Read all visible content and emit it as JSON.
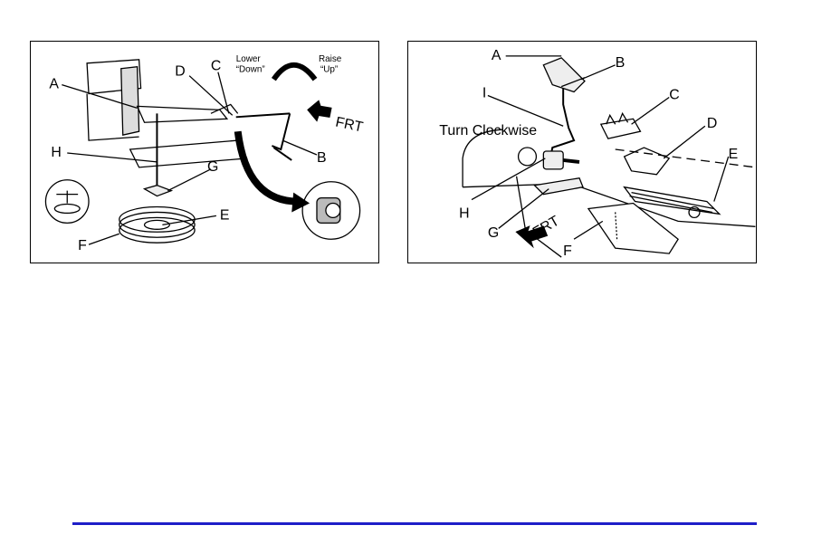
{
  "left_figure": {
    "labels": {
      "a": "A",
      "b": "B",
      "c": "C",
      "d": "D",
      "e": "E",
      "f": "F",
      "g": "G",
      "h": "H"
    },
    "lower_label": "Lower",
    "lower_sub": "“Down”",
    "raise_label": "Raise",
    "raise_sub": "“Up”",
    "frt_label": "FRT"
  },
  "right_figure": {
    "labels": {
      "a": "A",
      "b": "B",
      "c": "C",
      "d": "D",
      "e": "E",
      "f": "F",
      "g": "G",
      "h": "H",
      "i": "I"
    },
    "turn_label": "Turn Clockwise",
    "frt_label": "FRT"
  },
  "colors": {
    "rule": "#1f1fc8",
    "ink": "#000000"
  }
}
